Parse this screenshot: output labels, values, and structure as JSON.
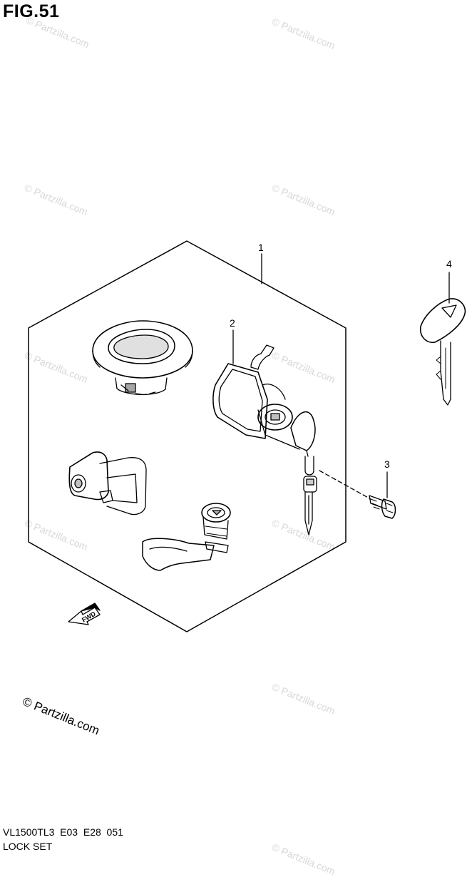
{
  "figure": {
    "title": "FIG.51"
  },
  "callouts": [
    {
      "id": "1",
      "label": "1"
    },
    {
      "id": "2",
      "label": "2"
    },
    {
      "id": "3",
      "label": "3"
    },
    {
      "id": "4",
      "label": "4"
    }
  ],
  "direction_marker": {
    "text": "FWD"
  },
  "copyright": {
    "text": "© Partzilla.com"
  },
  "watermark": {
    "text": "© Partzilla.com"
  },
  "footer": {
    "model_code": "VL1500TL3  E03  E28  051",
    "assembly_name": "LOCK SET"
  }
}
